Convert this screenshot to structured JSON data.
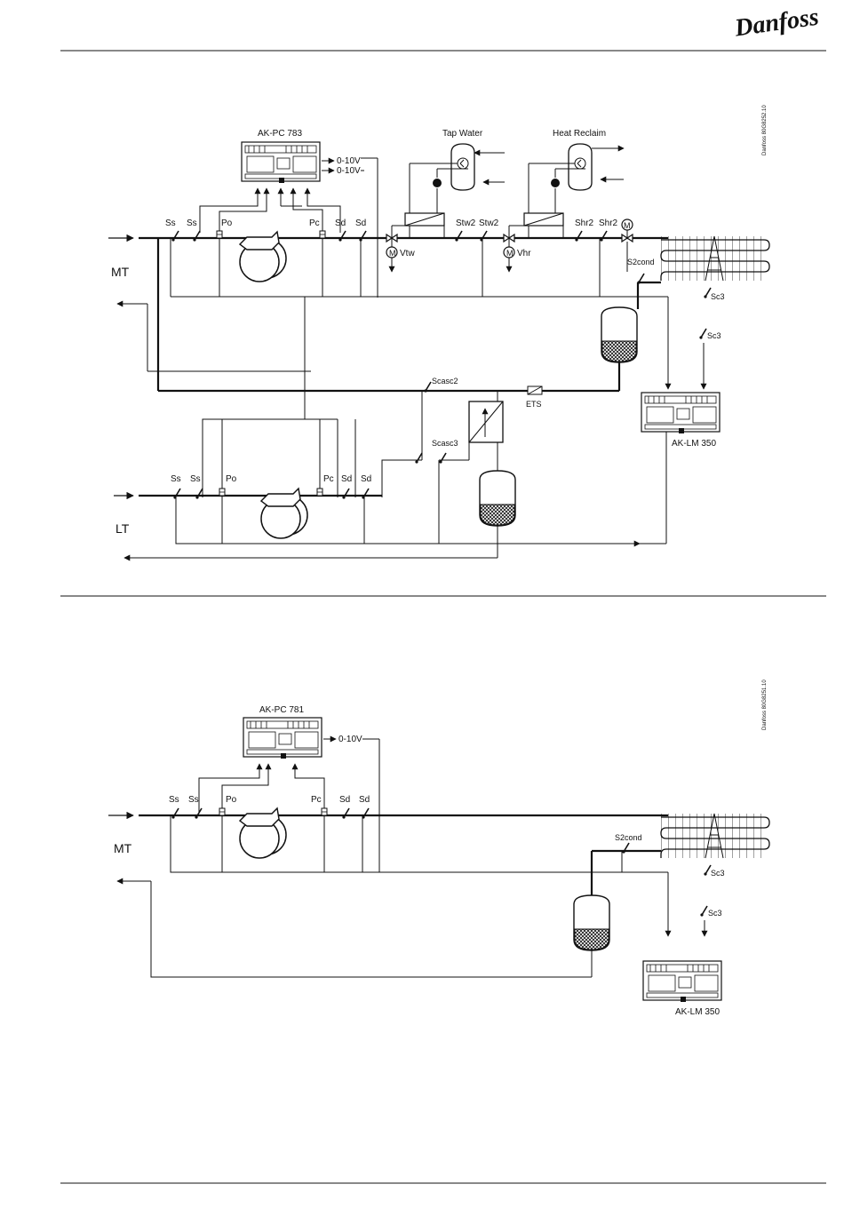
{
  "header": {
    "brand": "Danfoss"
  },
  "diagram1": {
    "controller": "AK-PC 783",
    "outputs": [
      "0-10V",
      "0-10V"
    ],
    "section_label": "MT",
    "low_section_label": "LT",
    "tap_water": "Tap Water",
    "heat_reclaim": "Heat Reclaim",
    "sensors": {
      "ss": "Ss",
      "po": "Po",
      "pc": "Pc",
      "sd": "Sd",
      "stw2": "Stw2",
      "shr2": "Shr2",
      "vtw": "Vtw",
      "vhr": "Vhr",
      "s2cond": "S2cond",
      "sc3": "Sc3",
      "scasc2": "Scasc2",
      "scasc3": "Scasc3",
      "ets": "ETS"
    },
    "motor_symbol": "M",
    "controller2": "AK-LM  350",
    "drawing_code": "Danfoss 80G8252.10"
  },
  "diagram2": {
    "controller": "AK-PC 781",
    "output": "0-10V",
    "section_label": "MT",
    "sensors": {
      "ss": "Ss",
      "po": "Po",
      "pc": "Pc",
      "sd": "Sd",
      "s2cond": "S2cond",
      "sc3": "Sc3"
    },
    "controller2": "AK-LM  350",
    "drawing_code": "Danfoss 80G8251.10"
  }
}
